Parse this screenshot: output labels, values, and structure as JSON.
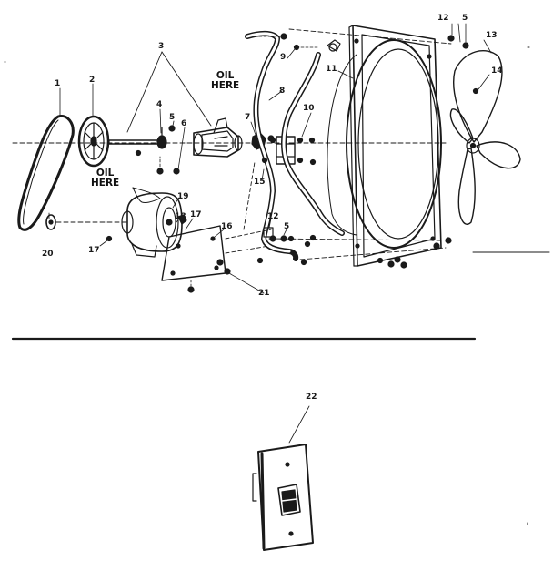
{
  "callouts": {
    "c1": "1",
    "c2": "2",
    "c3": "3",
    "c4": "4",
    "c5a": "5",
    "c5b": "5",
    "c5c": "5",
    "c6": "6",
    "c7": "7",
    "c8": "8",
    "c9": "9",
    "c10": "10",
    "c11": "11",
    "c12a": "12",
    "c12b": "12",
    "c13": "13",
    "c14": "14",
    "c15": "15",
    "c16": "16",
    "c17a": "17",
    "c17b": "17",
    "c18": "18",
    "c19": "19",
    "c20": "20",
    "c21": "21",
    "c22": "22"
  },
  "notes": {
    "oil_top_line1": "OIL",
    "oil_top_line2": "HERE",
    "oil_left_line1": "OIL",
    "oil_left_line2": "HERE"
  },
  "colors": {
    "ink": "#1a1a1a",
    "paper": "#ffffff"
  },
  "icons": {
    "switch_plate": "wall-switch-plate-icon",
    "fan_blade": "fan-blade-icon"
  }
}
